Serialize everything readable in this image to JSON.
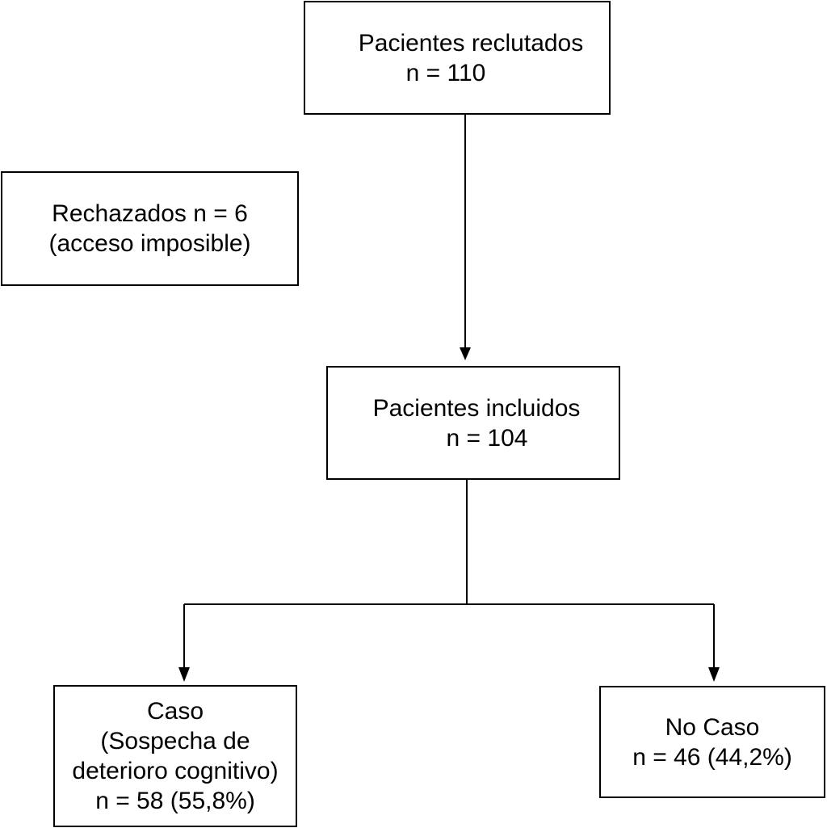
{
  "boxes": {
    "recruited": {
      "line1": "Pacientes reclutados",
      "line2": "n = 110"
    },
    "rejected": {
      "line1": "Rechazados n = 6",
      "line2": "(acceso imposible)"
    },
    "included": {
      "line1": "Pacientes incluidos",
      "line2": "n = 104"
    },
    "case": {
      "line1": "Caso",
      "line2": "(Sospecha de",
      "line3": "deterioro cognitivo)",
      "line4": "n = 58 (55,8%)"
    },
    "nocase": {
      "line1": "No Caso",
      "line2": "n = 46 (44,2%)"
    }
  }
}
